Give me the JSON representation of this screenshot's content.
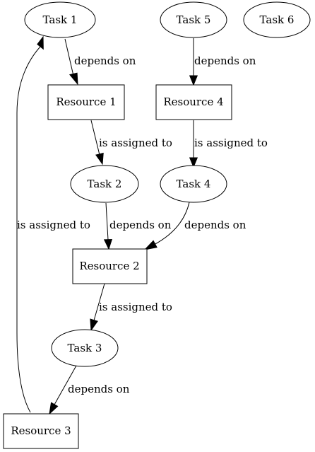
{
  "nodes": {
    "task1": {
      "label": "Task 1",
      "shape": "ellipse"
    },
    "task2": {
      "label": "Task 2",
      "shape": "ellipse"
    },
    "task3": {
      "label": "Task 3",
      "shape": "ellipse"
    },
    "task4": {
      "label": "Task 4",
      "shape": "ellipse"
    },
    "task5": {
      "label": "Task 5",
      "shape": "ellipse"
    },
    "task6": {
      "label": "Task 6",
      "shape": "ellipse"
    },
    "resource1": {
      "label": "Resource 1",
      "shape": "box"
    },
    "resource2": {
      "label": "Resource 2",
      "shape": "box"
    },
    "resource3": {
      "label": "Resource 3",
      "shape": "box"
    },
    "resource4": {
      "label": "Resource 4",
      "shape": "box"
    }
  },
  "edges": {
    "task1_resource1": {
      "from": "Task 1",
      "to": "Resource 1",
      "label": "depends on"
    },
    "task5_resource4": {
      "from": "Task 5",
      "to": "Resource 4",
      "label": "depends on"
    },
    "resource1_task2": {
      "from": "Resource 1",
      "to": "Task 2",
      "label": "is assigned to"
    },
    "resource4_task4": {
      "from": "Resource 4",
      "to": "Task 4",
      "label": "is assigned to"
    },
    "task2_resource2": {
      "from": "Task 2",
      "to": "Resource 2",
      "label": "depends on"
    },
    "task4_resource2": {
      "from": "Task 4",
      "to": "Resource 2",
      "label": "depends on"
    },
    "resource2_task3": {
      "from": "Resource 2",
      "to": "Task 3",
      "label": "is assigned to"
    },
    "task3_resource3": {
      "from": "Task 3",
      "to": "Resource 3",
      "label": "depends on"
    },
    "resource3_task1": {
      "from": "Resource 3",
      "to": "Task 1",
      "label": "is assigned to"
    }
  }
}
